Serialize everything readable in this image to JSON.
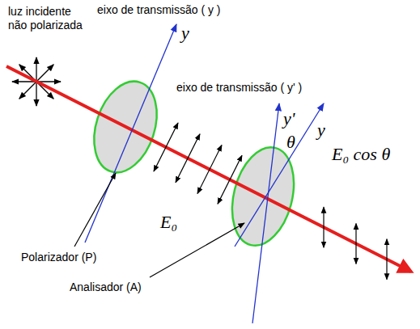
{
  "diagram": {
    "labels": [
      "eixo de transmissão ( y )",
      "y",
      "luz incidente não polarizada",
      "eixo de transmissão ( y' )",
      "y'",
      "θ",
      "y",
      "E₀",
      "E₀ cos θ",
      "Polarizador (P)",
      "Analisador (A)"
    ]
  }
}
